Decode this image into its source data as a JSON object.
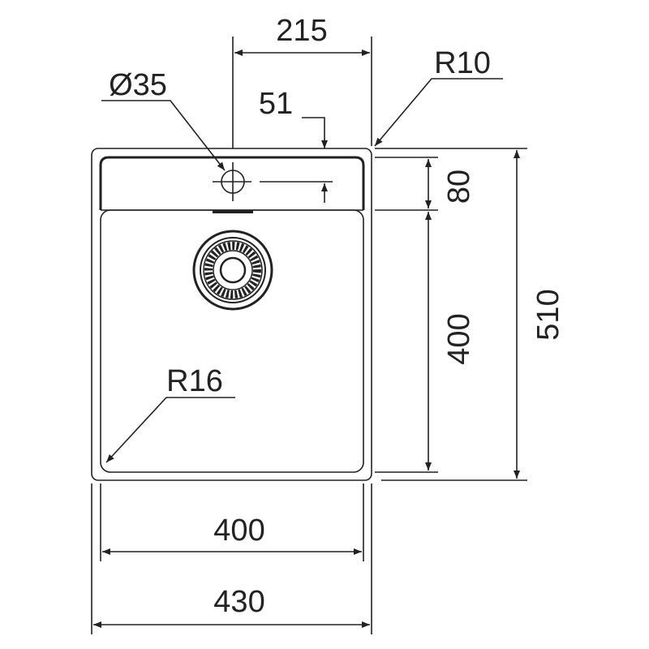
{
  "title": "Sink dimension drawing",
  "dimensions": {
    "tap_offset": "215",
    "corner_radius_outer": "R10",
    "tap_hole_diameter": "Ø35",
    "tap_hole_distance": "51",
    "deck_depth": "80",
    "bowl_depth": "400",
    "overall_depth": "510",
    "bowl_radius": "R16",
    "bowl_width": "400",
    "overall_width": "430"
  },
  "colors": {
    "line": "#222222",
    "background": "#ffffff"
  }
}
